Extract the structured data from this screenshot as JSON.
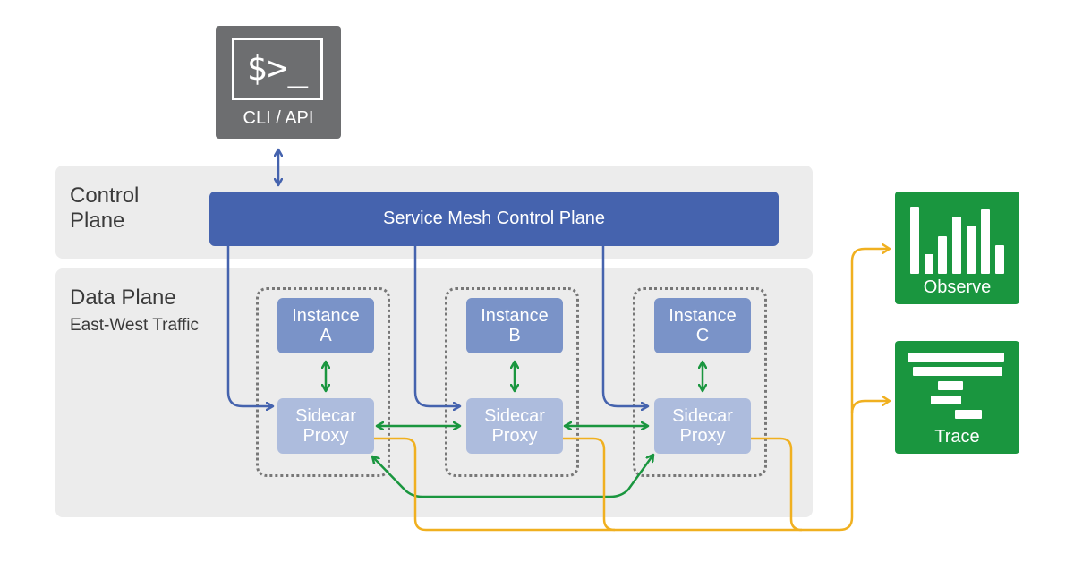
{
  "cli": {
    "prompt": "$>_",
    "label": "CLI / API",
    "icon": "terminal-icon"
  },
  "control_plane": {
    "title": "Control\nPlane",
    "bar_label": "Service Mesh Control Plane"
  },
  "data_plane": {
    "title": "Data Plane",
    "subtitle": "East-West Traffic"
  },
  "instances": [
    {
      "instance_label": "Instance\nA",
      "proxy_label": "Sidecar\nProxy"
    },
    {
      "instance_label": "Instance\nB",
      "proxy_label": "Sidecar\nProxy"
    },
    {
      "instance_label": "Instance\nC",
      "proxy_label": "Sidecar\nProxy"
    }
  ],
  "tools": [
    {
      "label": "Observe",
      "icon": "bar-chart-icon"
    },
    {
      "label": "Trace",
      "icon": "trace-timeline-icon"
    }
  ],
  "colors": {
    "control_blue": "#4563ae",
    "instance_blue": "#7a93c8",
    "proxy_blue": "#adbcdd",
    "traffic_green": "#1a963f",
    "telemetry_yellow": "#f0b020",
    "cli_gray": "#6d6e70",
    "panel_gray": "#ececec"
  }
}
